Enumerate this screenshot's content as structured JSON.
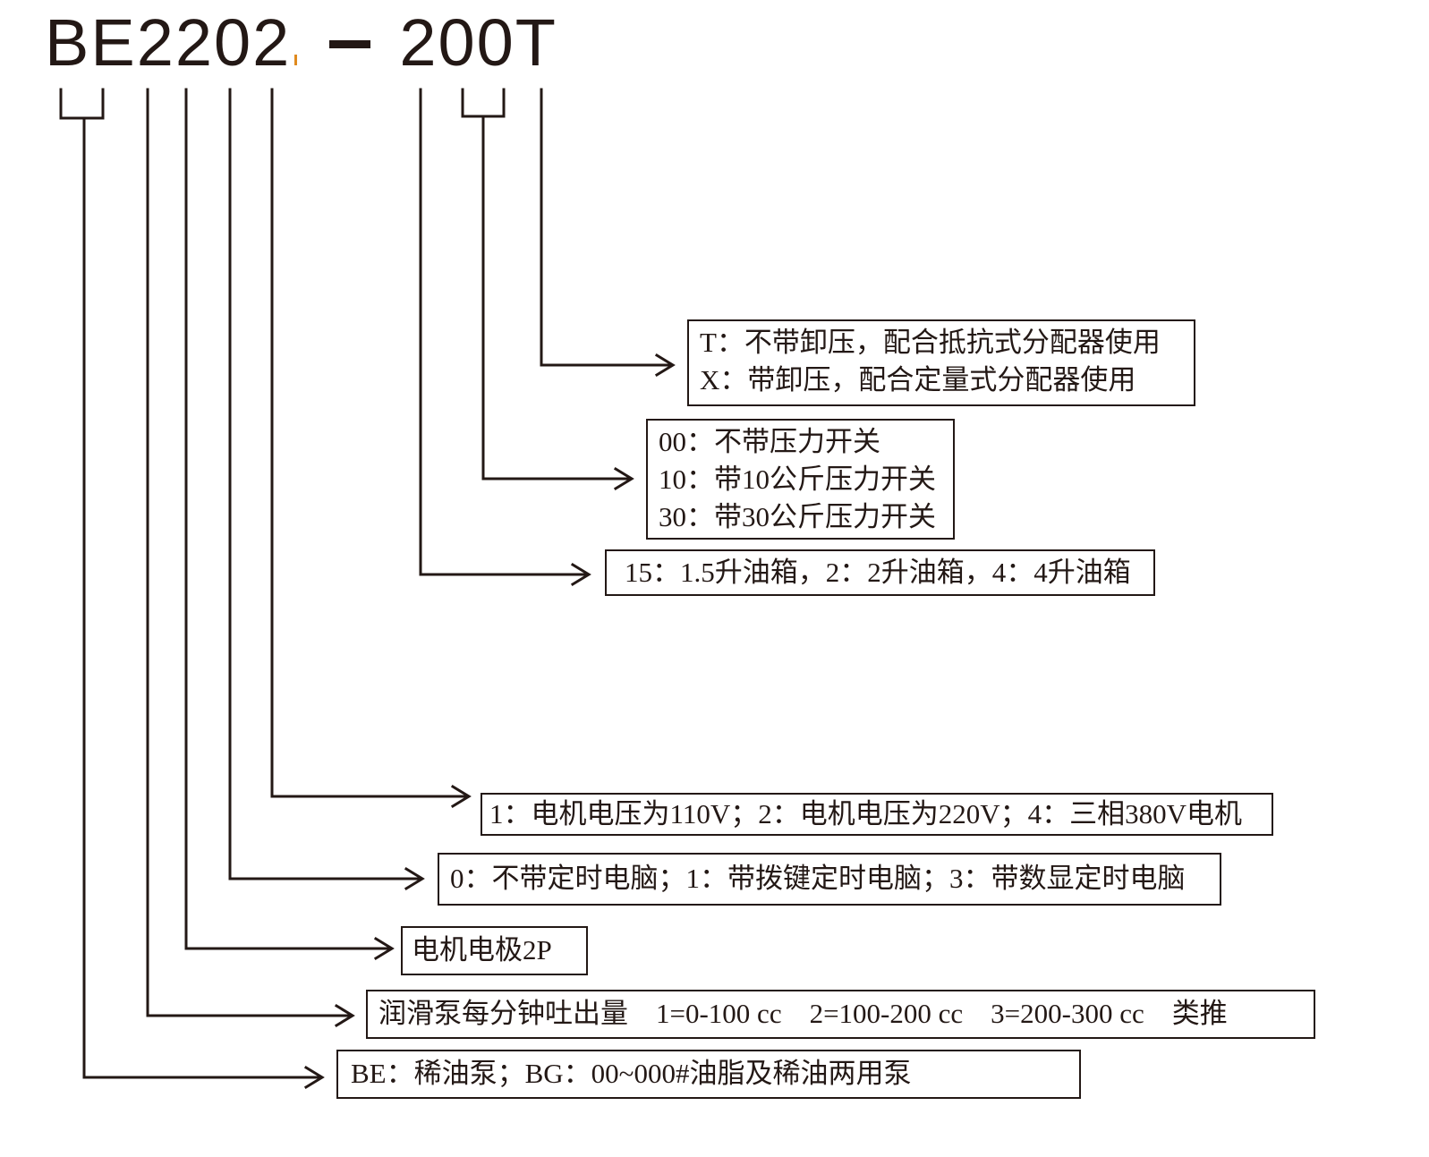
{
  "model_code": {
    "prefix": "BE2202",
    "suffix": "200T"
  },
  "boxes": {
    "t_x": [
      "T：不带卸压，配合抵抗式分配器使用",
      "X：带卸压，配合定量式分配器使用"
    ],
    "pressure_switch": [
      "00：不带压力开关",
      "10：带10公斤压力开关",
      "30：带30公斤压力开关"
    ],
    "tank": "15：1.5升油箱，2：2升油箱，4：4升油箱",
    "voltage": "1：电机电压为110V；2：电机电压为220V；4：三相380V电机",
    "timer": "0：不带定时电脑；1：带拨键定时电脑；3：带数显定时电脑",
    "poles": "电机电极2P",
    "output": "润滑泵每分钟吐出量　1=0-100 cc　2=100-200 cc　3=200-300 cc　类推",
    "type": "BE：稀油泵；BG：00~000#油脂及稀油两用泵"
  },
  "colors": {
    "line": "#231815",
    "accent": "#e08a1e"
  }
}
